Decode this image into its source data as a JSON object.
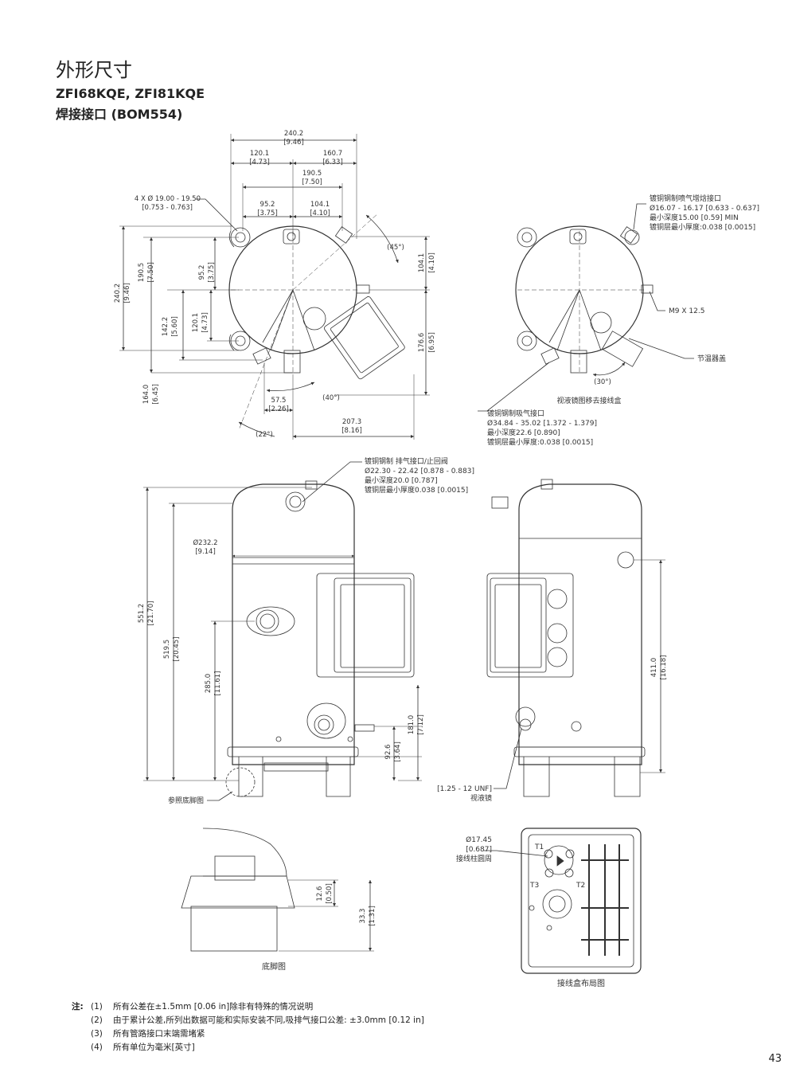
{
  "header": {
    "title": "外形尺寸",
    "model": "ZFI68KQE, ZFI81KQE",
    "connection": "焊接接口 (BOM554)"
  },
  "top_view": {
    "dims": {
      "w240": "240.2",
      "w240i": "[9.46]",
      "w120": "120.1",
      "w120i": "[4.73]",
      "w160": "160.7",
      "w160i": "[6.33]",
      "w190": "190.5",
      "w190i": "[7.50]",
      "w95": "95.2",
      "w95i": "[3.75]",
      "w104": "104.1",
      "w104i": "[4.10]",
      "holes": "4 X Ø 19.00 - 19.50",
      "holesi": "[0.753 - 0.763]",
      "a45": "(45°)",
      "v104": "104.1",
      "v104i": "[4.10]",
      "v240": "240.2",
      "v240i": "[9.46]",
      "v190": "190.5",
      "v190i": "[7.50]",
      "v95": "95.2",
      "v95i": "[3.75]",
      "v142": "142.2",
      "v142i": "[5.60]",
      "v120": "120.1",
      "v120i": "[4.73]",
      "v164": "164.0",
      "v164i": "[6.45]",
      "v176": "176.6",
      "v176i": "[6.95]",
      "h57": "57.5",
      "h57i": "[2.26]",
      "a40": "(40°)",
      "h207": "207.3",
      "h207i": "[8.16]",
      "a22": "(22°)"
    }
  },
  "right_top_view": {
    "injection": [
      "镀铜钢制喷气增焓接口",
      "Ø16.07 - 16.17 [0.633 - 0.637]",
      "最小深度15.00 [0.59] MIN",
      "镀铜层最小厚度:0.038 [0.0015]"
    ],
    "m9": "M9 X 12.5",
    "thermostat": "节温器盖",
    "a30": "(30°)",
    "sightglass_moved": "视液镜图移去接线盒",
    "suction": [
      "镀铜钢制吸气接口",
      "Ø34.84 - 35.02 [1.372 - 1.379]",
      "最小深度22.6 [0.890]",
      "镀铜层最小厚度:0.038 [0.0015]"
    ]
  },
  "front_view": {
    "discharge": [
      "镀铜钢制 排气接口/止回阀",
      "Ø22.30 - 22.42 [0.878 - 0.883]",
      "最小深度20.0 [0.787]",
      "镀铜层最小厚度0.038 [0.0015]"
    ],
    "d232": "Ø232.2",
    "d232i": "[9.14]",
    "h551": "551.2",
    "h551i": "[21.70]",
    "h519": "519.5",
    "h519i": "[20.45]",
    "h285": "285.0",
    "h285i": "[11.61]",
    "h181": "181.0",
    "h181i": "[7.12]",
    "h92": "92.6",
    "h92i": "[3.64]",
    "foot_ref": "参照底脚图"
  },
  "side_view": {
    "h411": "411.0",
    "h411i": "[16.18]",
    "unf": "[1.25 - 12 UNF]",
    "sightglass": "视液镜"
  },
  "foot_detail": {
    "h12": "12.6",
    "h12i": "[0.50]",
    "h33": "33.3",
    "h33i": "[1.31]",
    "caption": "底脚图"
  },
  "terminal_box": {
    "d17": "Ø17.45",
    "d17i": "[0.687]",
    "circle": "接线柱圆周",
    "t1": "T1",
    "t2": "T2",
    "t3": "T3",
    "caption": "接线盒布局图"
  },
  "notes": {
    "lead": "注:",
    "items": [
      {
        "n": "(1)",
        "t": "所有公差在±1.5mm [0.06 in]除非有特殊的情况说明"
      },
      {
        "n": "(2)",
        "t": "由于累计公差,所列出数据可能和实际安装不同,吸排气接口公差: ±3.0mm [0.12 in]"
      },
      {
        "n": "(3)",
        "t": "所有管路接口末端需堵紧"
      },
      {
        "n": "(4)",
        "t": "所有单位为毫米[英寸]"
      }
    ]
  },
  "page_number": "43"
}
